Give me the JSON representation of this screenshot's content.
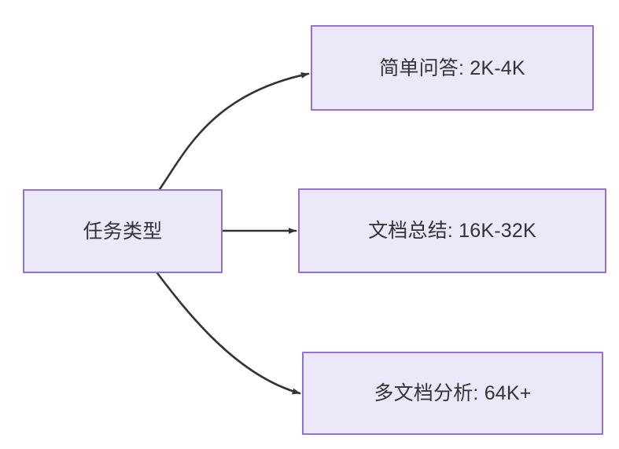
{
  "diagram": {
    "type": "flowchart",
    "direction": "left-to-right",
    "colors": {
      "node_fill": "#ebe8fa",
      "node_border": "#9370db",
      "node_text": "#333333",
      "edge_stroke": "#333333",
      "background": "#ffffff"
    },
    "root": {
      "id": "task-type",
      "label": "任务类型"
    },
    "branches": [
      {
        "id": "simple-qa",
        "label": "简单问答: 2K-4K",
        "task": "简单问答",
        "range": "2K-4K",
        "edge": "curve-up"
      },
      {
        "id": "doc-summary",
        "label": "文档总结: 16K-32K",
        "task": "文档总结",
        "range": "16K-32K",
        "edge": "straight"
      },
      {
        "id": "multi-doc",
        "label": "多文档分析: 64K+",
        "task": "多文档分析",
        "range": "64K+",
        "edge": "curve-down"
      }
    ]
  }
}
